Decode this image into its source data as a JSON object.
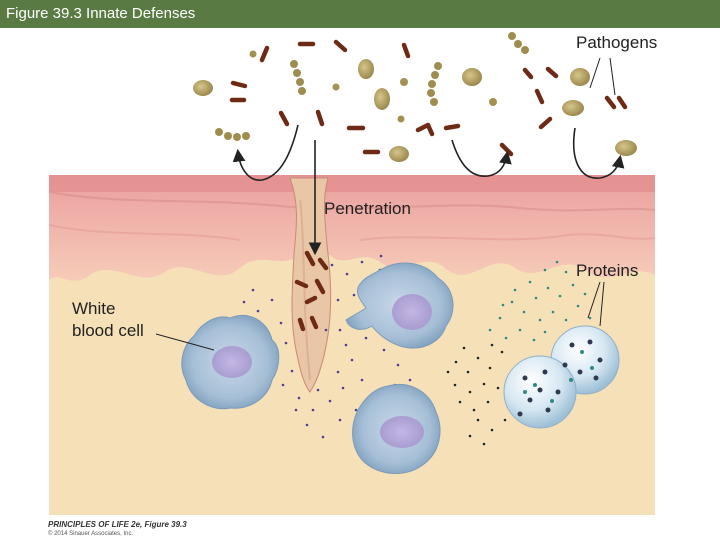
{
  "header": {
    "title": "Figure 39.3  Innate Defenses"
  },
  "labels": {
    "pathogens": "Pathogens",
    "penetration": "Penetration",
    "proteins": "Proteins",
    "white_blood_cell_line1": "White",
    "white_blood_cell_line2": "blood cell"
  },
  "credits": {
    "source": "PRINCIPLES OF LIFE 2e, Figure 39.3",
    "copyright": "© 2014 Sinauer Associates, Inc."
  },
  "colors": {
    "header_bar": "#5a7a44",
    "skin_surface": "#e8a3a0",
    "skin_deep": "#f4c9b4",
    "tissue": "#f6e0b8",
    "pathogen_cocci": "#b3a064",
    "pathogen_rod": "#6e2a14",
    "white_blood_cell": "#a9c0d6",
    "nucleus": "#b8a9d9",
    "protein_dots_purple": "#4e3f9a",
    "protein_dots_teal": "#2f8a84"
  }
}
